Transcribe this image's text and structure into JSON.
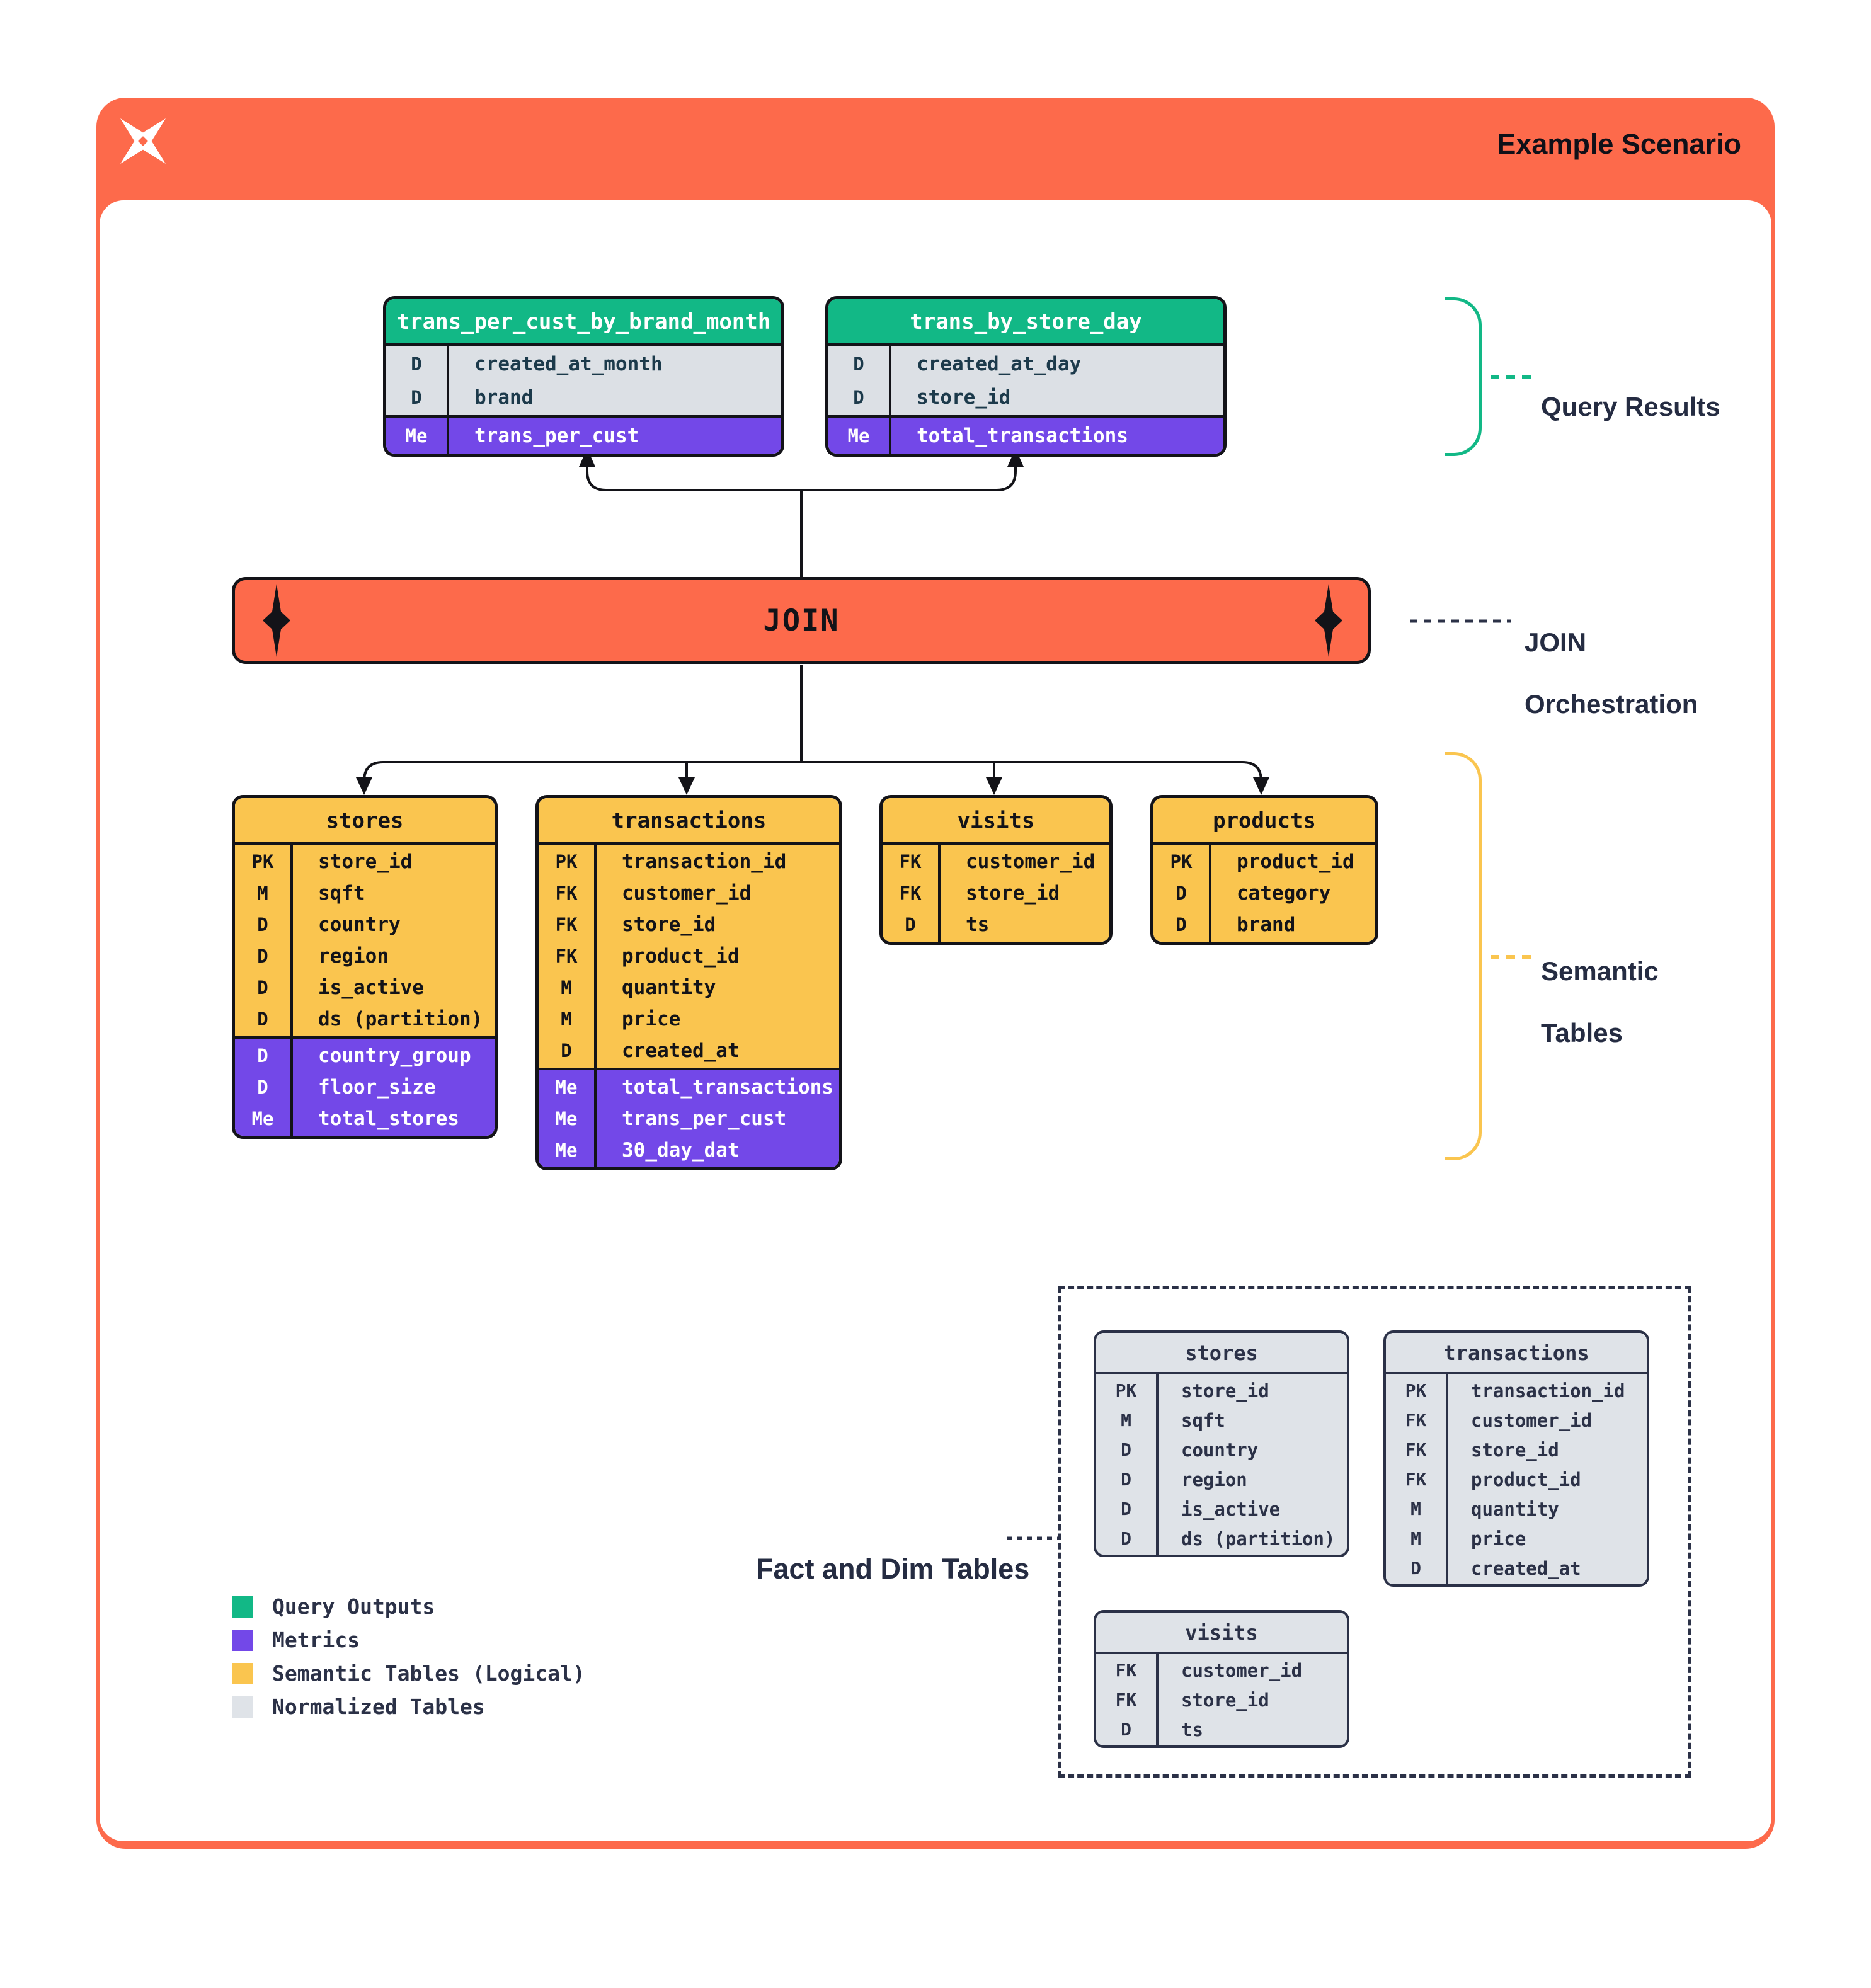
{
  "header": {
    "title": "Example Scenario"
  },
  "join": {
    "label": "JOIN"
  },
  "annotations": {
    "query_results": "Query Results",
    "join_orchestration_line1": "JOIN",
    "join_orchestration_line2": "Orchestration",
    "semantic_tables_line1": "Semantic",
    "semantic_tables_line2": "Tables",
    "fact_dim": "Fact and Dim Tables"
  },
  "colors": {
    "orange": "#FD6A4B",
    "green": "#12B886",
    "purple": "#7348E8",
    "yellow": "#FAC54F",
    "gray": "#DFE3E8",
    "navy": "#2B3147",
    "black": "#131318"
  },
  "query_results": {
    "tables": [
      {
        "title": "trans_per_cust_by_brand_month",
        "sections": [
          {
            "style": "base",
            "rows": [
              [
                "D",
                "created_at_month"
              ],
              [
                "D",
                "brand"
              ]
            ]
          },
          {
            "style": "metric",
            "rows": [
              [
                "Me",
                "trans_per_cust"
              ]
            ]
          }
        ]
      },
      {
        "title": "trans_by_store_day",
        "sections": [
          {
            "style": "base",
            "rows": [
              [
                "D",
                "created_at_day"
              ],
              [
                "D",
                "store_id"
              ]
            ]
          },
          {
            "style": "metric",
            "rows": [
              [
                "Me",
                "total_transactions"
              ]
            ]
          }
        ]
      }
    ]
  },
  "semantic": {
    "tables": [
      {
        "title": "stores",
        "sections": [
          {
            "style": "base",
            "rows": [
              [
                "PK",
                "store_id"
              ],
              [
                "M",
                "sqft"
              ],
              [
                "D",
                "country"
              ],
              [
                "D",
                "region"
              ],
              [
                "D",
                "is_active"
              ],
              [
                "D",
                "ds (partition)"
              ]
            ]
          },
          {
            "style": "metric",
            "rows": [
              [
                "D",
                "country_group"
              ],
              [
                "D",
                "floor_size"
              ],
              [
                "Me",
                "total_stores"
              ]
            ]
          }
        ]
      },
      {
        "title": "transactions",
        "sections": [
          {
            "style": "base",
            "rows": [
              [
                "PK",
                "transaction_id"
              ],
              [
                "FK",
                "customer_id"
              ],
              [
                "FK",
                "store_id"
              ],
              [
                "FK",
                "product_id"
              ],
              [
                "M",
                "quantity"
              ],
              [
                "M",
                "price"
              ],
              [
                "D",
                "created_at"
              ]
            ]
          },
          {
            "style": "metric",
            "rows": [
              [
                "Me",
                "total_transactions"
              ],
              [
                "Me",
                "trans_per_cust"
              ],
              [
                "Me",
                "30_day_dat"
              ]
            ]
          }
        ]
      },
      {
        "title": "visits",
        "sections": [
          {
            "style": "base",
            "rows": [
              [
                "FK",
                "customer_id"
              ],
              [
                "FK",
                "store_id"
              ],
              [
                "D",
                "ts"
              ]
            ]
          }
        ]
      },
      {
        "title": "products",
        "sections": [
          {
            "style": "base",
            "rows": [
              [
                "PK",
                "product_id"
              ],
              [
                "D",
                "category"
              ],
              [
                "D",
                "brand"
              ]
            ]
          }
        ]
      }
    ]
  },
  "normalized": {
    "tables": [
      {
        "title": "stores",
        "sections": [
          {
            "style": "base",
            "rows": [
              [
                "PK",
                "store_id"
              ],
              [
                "M",
                "sqft"
              ],
              [
                "D",
                "country"
              ],
              [
                "D",
                "region"
              ],
              [
                "D",
                "is_active"
              ],
              [
                "D",
                "ds (partition)"
              ]
            ]
          }
        ]
      },
      {
        "title": "transactions",
        "sections": [
          {
            "style": "base",
            "rows": [
              [
                "PK",
                "transaction_id"
              ],
              [
                "FK",
                "customer_id"
              ],
              [
                "FK",
                "store_id"
              ],
              [
                "FK",
                "product_id"
              ],
              [
                "M",
                "quantity"
              ],
              [
                "M",
                "price"
              ],
              [
                "D",
                "created_at"
              ]
            ]
          }
        ]
      },
      {
        "title": "visits",
        "sections": [
          {
            "style": "base",
            "rows": [
              [
                "FK",
                "customer_id"
              ],
              [
                "FK",
                "store_id"
              ],
              [
                "D",
                "ts"
              ]
            ]
          }
        ]
      }
    ]
  },
  "legend": {
    "items": [
      {
        "label": "Query Outputs",
        "color": "#12B886"
      },
      {
        "label": "Metrics",
        "color": "#7348E8"
      },
      {
        "label": "Semantic Tables (Logical)",
        "color": "#FAC54F"
      },
      {
        "label": "Normalized Tables",
        "color": "#DFE3E8"
      }
    ]
  }
}
